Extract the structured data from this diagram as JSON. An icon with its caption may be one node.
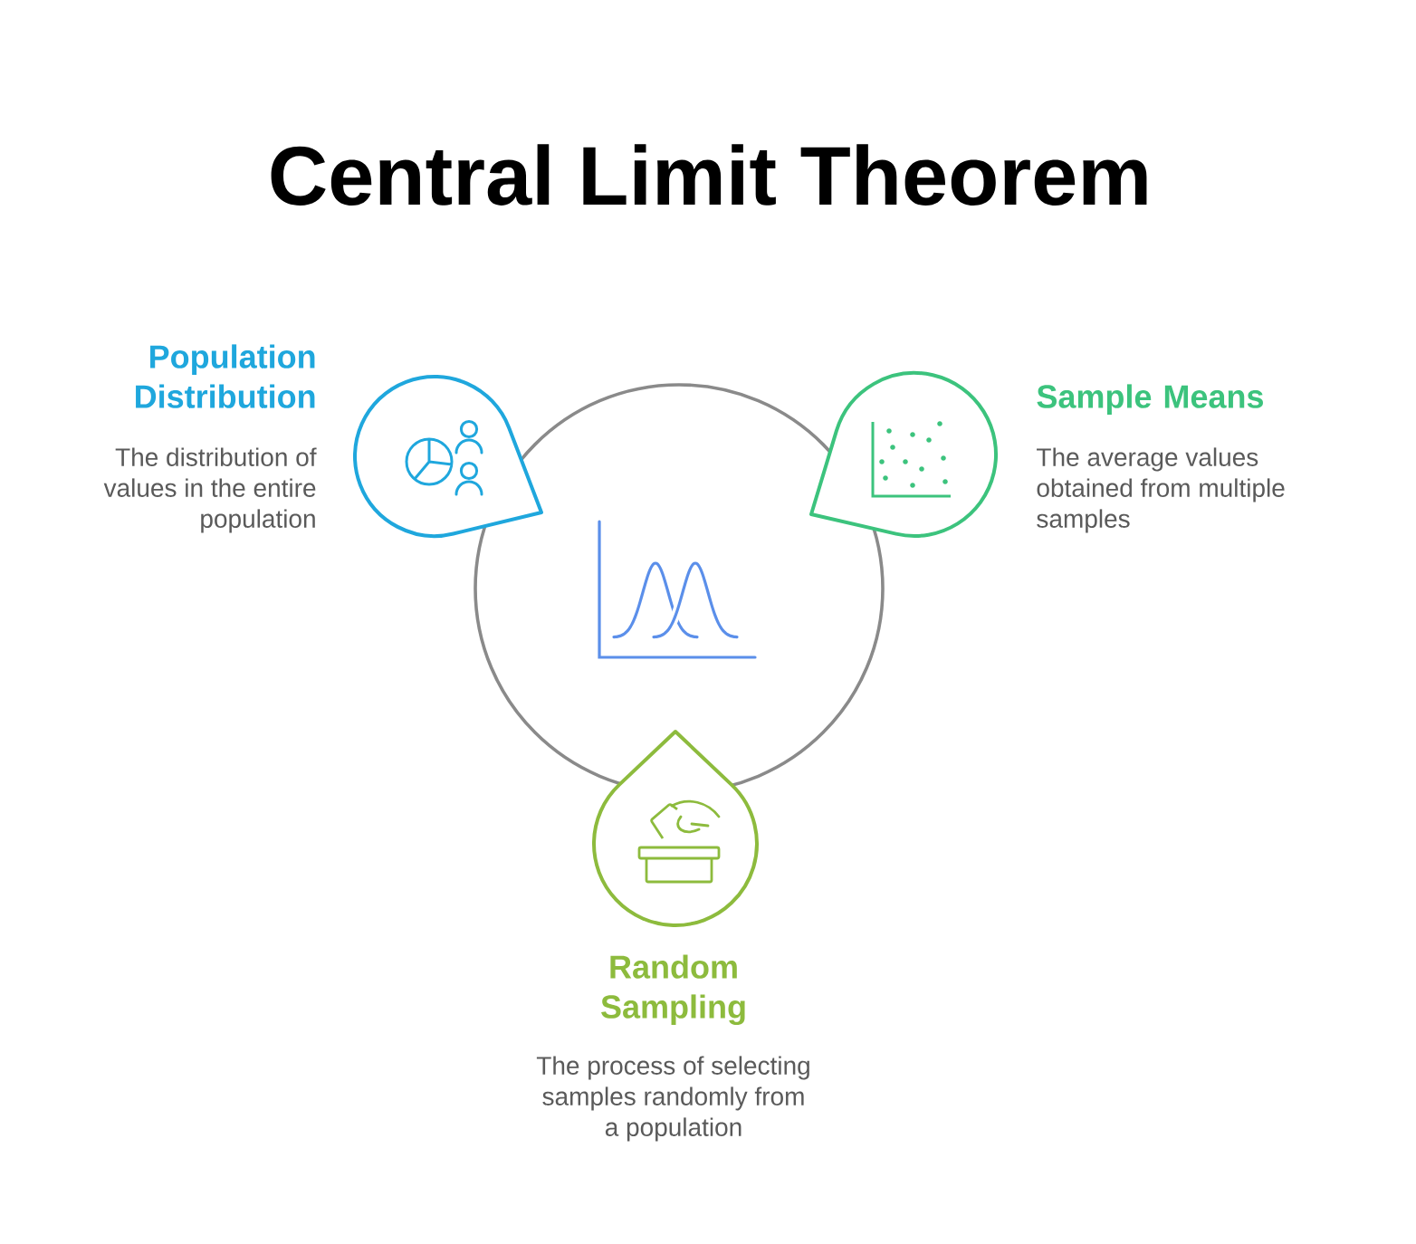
{
  "diagram": {
    "title": "Central Limit Theorem",
    "nodes": [
      {
        "text": [],
        "shape": "circle"
      },
      {
        "text": [
          "Population Distribution",
          "The distribution of values in the entire population"
        ]
      },
      {
        "text": [
          "Sample Means",
          "The average values obtained from multiple samples"
        ]
      },
      {
        "text": [
          "Random Sampling",
          "The process of selecting samples randomly from a population"
        ]
      }
    ]
  }
}
